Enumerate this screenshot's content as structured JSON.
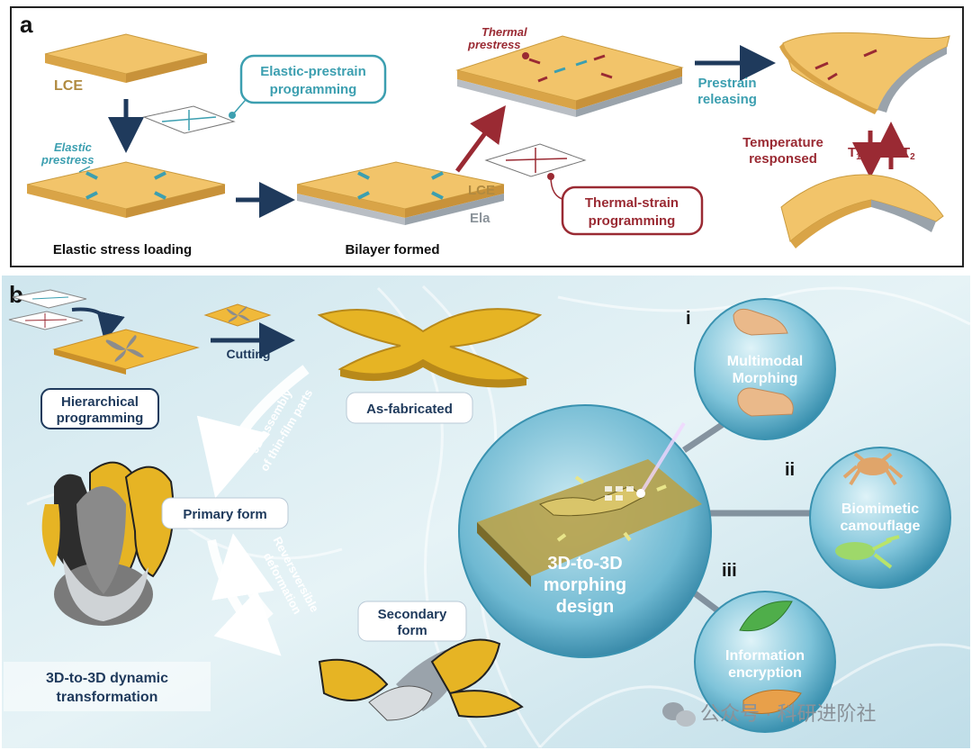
{
  "panel_a": {
    "label": "a",
    "lce_top": "LCE",
    "elastic_prestrain_line1": "Elastic-prestrain",
    "elastic_prestrain_line2": "programming",
    "elastic_prestress_line1": "Elastic",
    "elastic_prestress_line2": "prestress",
    "elastic_stress_loading": "Elastic stress loading",
    "bilayer_formed": "Bilayer formed",
    "lce_bilayer": "LCE",
    "ela": "Ela",
    "thermal_prestress_line1": "Thermal",
    "thermal_prestress_line2": "prestress",
    "thermal_strain_line1": "Thermal-strain",
    "thermal_strain_line2": "programming",
    "prestrain_releasing_line1": "Prestrain",
    "prestrain_releasing_line2": "releasing",
    "temperature_responsed_line1": "Temperature",
    "temperature_responsed_line2": "responsed",
    "t1": "T",
    "t1_sub": "1",
    "t2": "T",
    "t2_sub": "2"
  },
  "panel_b": {
    "label": "b",
    "cutting": "Cutting",
    "hierarchical_line1": "Hierarchical",
    "hierarchical_line2": "programming",
    "as_fabricated": "As-fabricated",
    "assembly_line1": "3D assembly",
    "assembly_line2": "of thin-film parts",
    "primary_form": "Primary form",
    "reversible_line1": "Reversversible",
    "reversible_line2": "deformation",
    "secondary_line1": "Secondary",
    "secondary_line2": "form",
    "dynamic_line1": "3D-to-3D dynamic",
    "dynamic_line2": "transformation",
    "center_line1": "3D-to-3D",
    "center_line2": "morphing",
    "center_line3": "design",
    "roman_i": "i",
    "roman_ii": "ii",
    "roman_iii": "iii",
    "multimodal_line1": "Multimodal",
    "multimodal_line2": "Morphing",
    "biomimetic_line1": "Biomimetic",
    "biomimetic_line2": "camouflage",
    "information_line1": "Information",
    "information_line2": "encryption",
    "watermark": "公众号 · 科研进阶社"
  },
  "colors": {
    "lce": "#f2c46a",
    "lce_side": "#d9a447",
    "teal": "#3c9fb0",
    "dark_red": "#9a2a33",
    "navy": "#1f3a5c",
    "gold": "#e6b424",
    "gray": "#9aa3ab"
  }
}
